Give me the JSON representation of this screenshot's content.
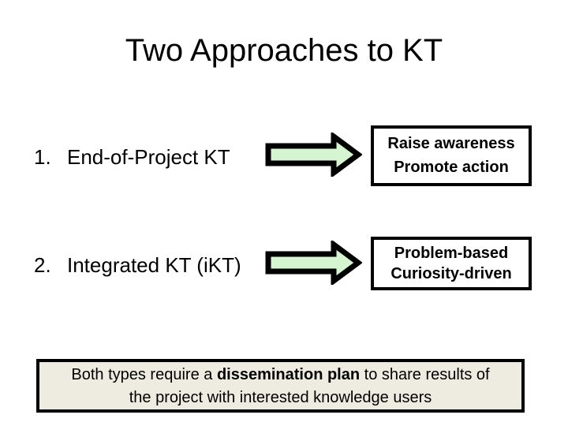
{
  "slide": {
    "title": "Two Approaches to KT",
    "items": [
      {
        "number": "1.",
        "label": "End-of-Project KT",
        "box_lines": [
          "Raise awareness",
          "Promote action"
        ]
      },
      {
        "number": "2.",
        "label": "Integrated KT (iKT)",
        "box_lines": [
          "Problem-based",
          "Curiosity-driven"
        ]
      }
    ],
    "footer": {
      "line1_pre": "Both types require a ",
      "line1_bold": "dissemination plan",
      "line1_post": " to share results of",
      "line2": "the project with interested knowledge users"
    },
    "icons": [
      {
        "name": "arrow-right-icon",
        "meaning": "leads to"
      }
    ],
    "colors": {
      "background": "#ffffff",
      "text": "#000000",
      "arrow_fill": "#d5f4d0",
      "arrow_stroke": "#000000",
      "box_border": "#000000",
      "footer_bg": "#eeece1"
    }
  }
}
